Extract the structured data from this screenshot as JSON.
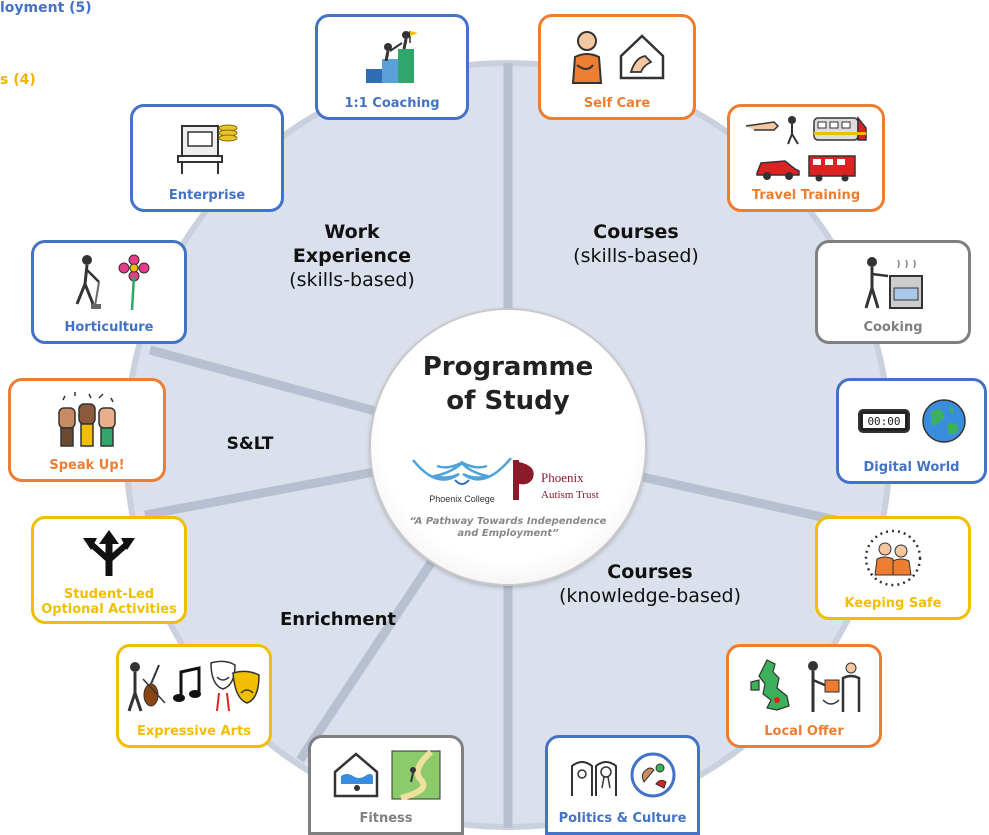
{
  "fragments": [
    {
      "text": "loyment (5)",
      "color": "#4472C4"
    },
    {
      "text": "s (4)",
      "color": "#F0B400"
    }
  ],
  "center": {
    "title_line1": "Programme",
    "title_line2": "of Study",
    "logo_left_text": "Phoenix College",
    "logo_right_line1": "Phoenix",
    "logo_right_line2": "Autism Trust",
    "tagline": "“A Pathway Towards Independence and Employment”"
  },
  "segments": {
    "work": {
      "bold1": "Work",
      "bold2": "Experience",
      "sub": "(skills-based)"
    },
    "courses_skills": {
      "bold": "Courses",
      "sub": "(skills-based)"
    },
    "slt": {
      "bold": "S&LT"
    },
    "courses_knowledge": {
      "bold": "Courses",
      "sub": "(knowledge-based)"
    },
    "enrichment": {
      "bold": "Enrichment"
    }
  },
  "colors": {
    "blue": "#4472C4",
    "orange": "#ED7D31",
    "grey": "#808080",
    "yellow": "#F2BE00",
    "wheel": "#DAE0EC",
    "spoke": "#B7C0D0"
  },
  "cards": [
    {
      "id": "coaching",
      "label": "1:1 Coaching",
      "color": "#4472C4",
      "icons": [
        "climbing-help-icon"
      ]
    },
    {
      "id": "selfcare",
      "label": "Self Care",
      "color": "#ED7D31",
      "icons": [
        "person-icon",
        "home-hand-icon"
      ]
    },
    {
      "id": "enterprise",
      "label": "Enterprise",
      "color": "#4472C4",
      "icons": [
        "desk-coins-icon"
      ]
    },
    {
      "id": "travel",
      "label": "Travel Training",
      "color": "#ED7D31",
      "icons": [
        "pointing-walk-icon",
        "train-icon",
        "car-icon",
        "bus-icon"
      ]
    },
    {
      "id": "horticulture",
      "label": "Horticulture",
      "color": "#4472C4",
      "icons": [
        "gardener-icon",
        "flower-icon"
      ]
    },
    {
      "id": "cooking",
      "label": "Cooking",
      "color": "#808080",
      "icons": [
        "cook-stove-icon"
      ]
    },
    {
      "id": "speakup",
      "label": "Speak Up!",
      "color": "#ED7D31",
      "icons": [
        "raised-fists-icon"
      ]
    },
    {
      "id": "digital",
      "label": "Digital World",
      "color": "#4472C4",
      "icons": [
        "digital-clock-icon",
        "globe-icon"
      ]
    },
    {
      "id": "studentled",
      "label_line1": "Student-Led",
      "label_line2": "Optional Activities",
      "color": "#F2BE00",
      "icons": [
        "split-arrows-icon"
      ]
    },
    {
      "id": "keepingsafe",
      "label": "Keeping Safe",
      "color": "#F2BE00",
      "icons": [
        "people-circle-icon"
      ]
    },
    {
      "id": "expressive",
      "label": "Expressive Arts",
      "color": "#F2BE00",
      "icons": [
        "violin-icon",
        "music-note-icon",
        "theatre-masks-icon"
      ]
    },
    {
      "id": "localoffer",
      "label": "Local Offer",
      "color": "#ED7D31",
      "icons": [
        "uk-map-icon",
        "handover-icon"
      ]
    },
    {
      "id": "fitness",
      "label": "Fitness",
      "color": "#808080",
      "icons": [
        "pool-house-icon",
        "running-path-icon"
      ]
    },
    {
      "id": "politics",
      "label": "Politics & Culture",
      "color": "#4472C4",
      "icons": [
        "people-rosette-icon",
        "culture-circle-icon"
      ]
    }
  ]
}
